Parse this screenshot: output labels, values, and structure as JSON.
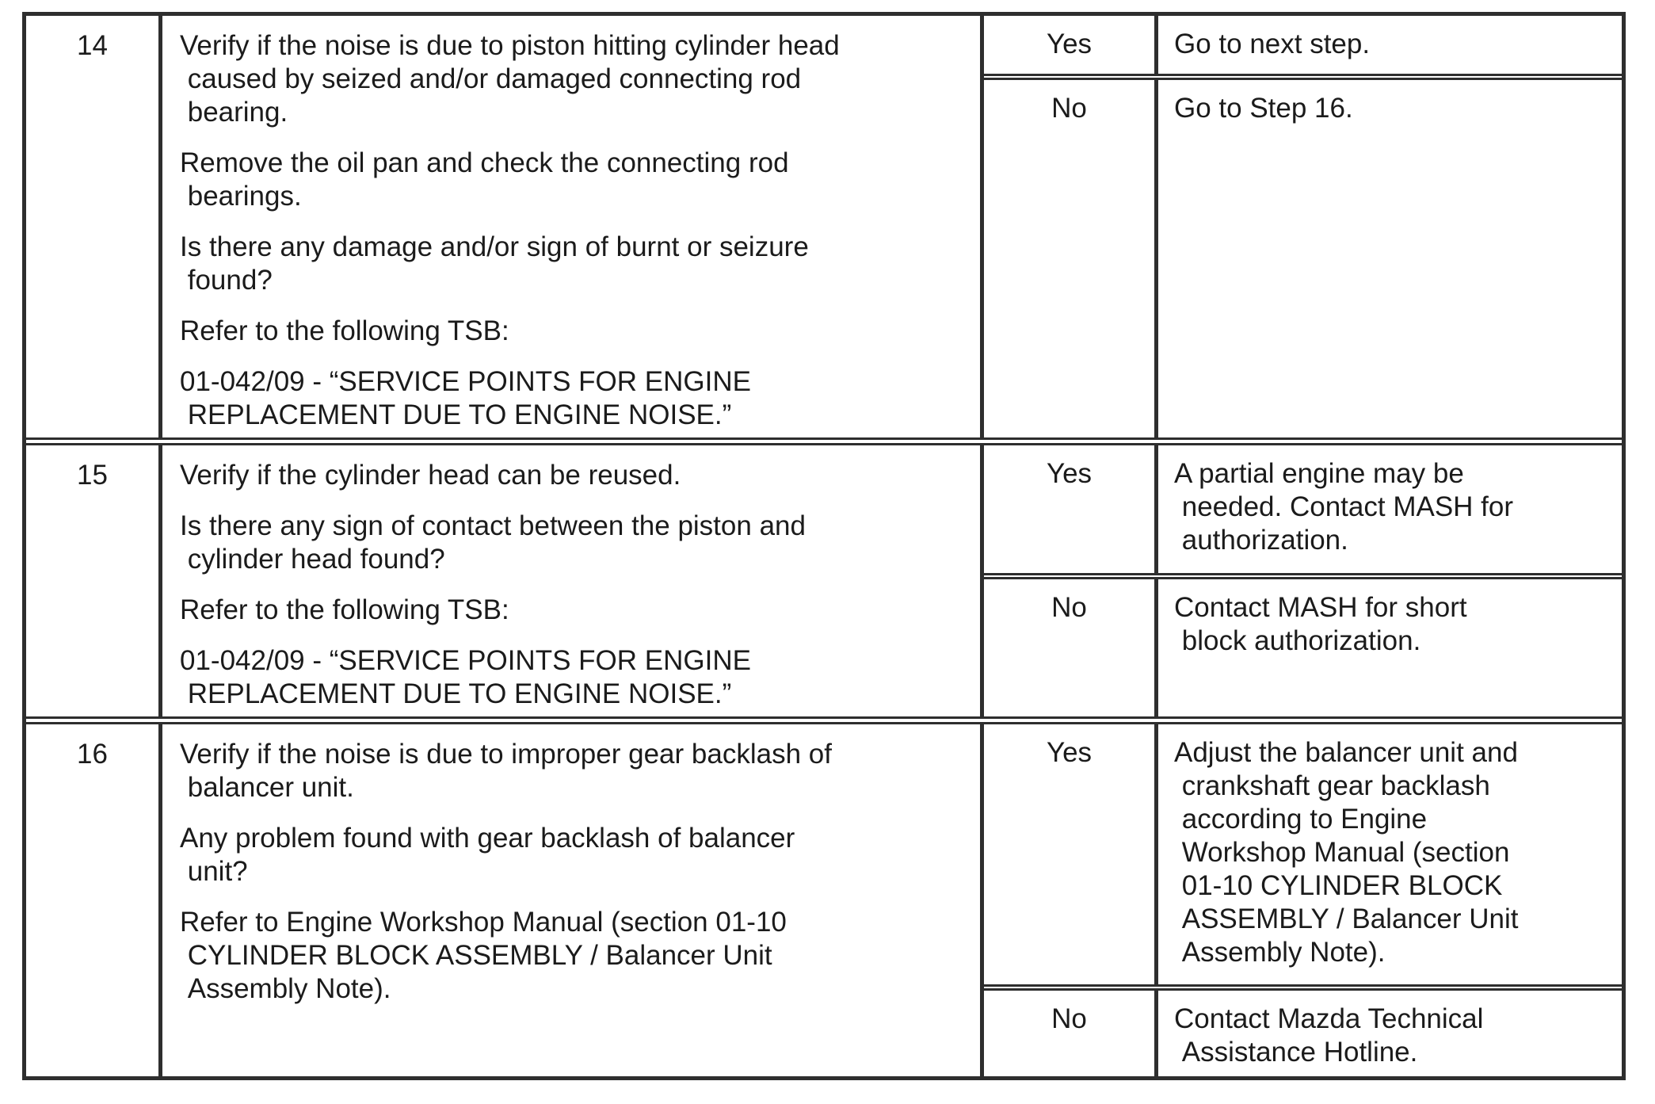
{
  "colors": {
    "border": "#2e2e2e",
    "text": "#1b1b1b",
    "background": "#ffffff"
  },
  "table": {
    "rows": [
      {
        "step": "14",
        "action_paragraphs": [
          "Verify if the noise is due to piston hitting cylinder head\n caused by seized and/or damaged connecting rod\n bearing.",
          "Remove the oil pan and check the connecting rod\n bearings.",
          "Is there any damage and/or sign of burnt or seizure\n found?",
          "Refer to the following TSB:",
          "01-042/09 - “SERVICE POINTS FOR ENGINE\n REPLACEMENT DUE TO ENGINE NOISE.”"
        ],
        "branches": [
          {
            "answer": "Yes",
            "result": "Go to next step."
          },
          {
            "answer": "No",
            "result": "Go to Step 16."
          }
        ]
      },
      {
        "step": "15",
        "action_paragraphs": [
          "Verify if the cylinder head can be reused.",
          "Is there any sign of contact between the piston and\n cylinder head found?",
          "Refer to the following TSB:",
          "01-042/09 - “SERVICE POINTS FOR ENGINE\n REPLACEMENT DUE TO ENGINE NOISE.”"
        ],
        "branches": [
          {
            "answer": "Yes",
            "result": "A partial engine may be\n needed. Contact MASH for\n authorization."
          },
          {
            "answer": "No",
            "result": "Contact MASH for short\n block authorization."
          }
        ]
      },
      {
        "step": "16",
        "action_paragraphs": [
          "Verify if the noise is due to improper gear backlash of\n balancer unit.",
          "Any problem found with gear backlash of balancer\n unit?",
          "Refer to Engine Workshop Manual (section 01-10\n CYLINDER BLOCK ASSEMBLY / Balancer Unit\n Assembly Note)."
        ],
        "branches": [
          {
            "answer": "Yes",
            "result": "Adjust the balancer unit and\n crankshaft gear backlash\n according to Engine\n Workshop Manual (section\n 01-10 CYLINDER BLOCK\n ASSEMBLY / Balancer Unit\n Assembly Note)."
          },
          {
            "answer": "No",
            "result": "Contact Mazda Technical\n Assistance Hotline."
          }
        ]
      }
    ]
  }
}
